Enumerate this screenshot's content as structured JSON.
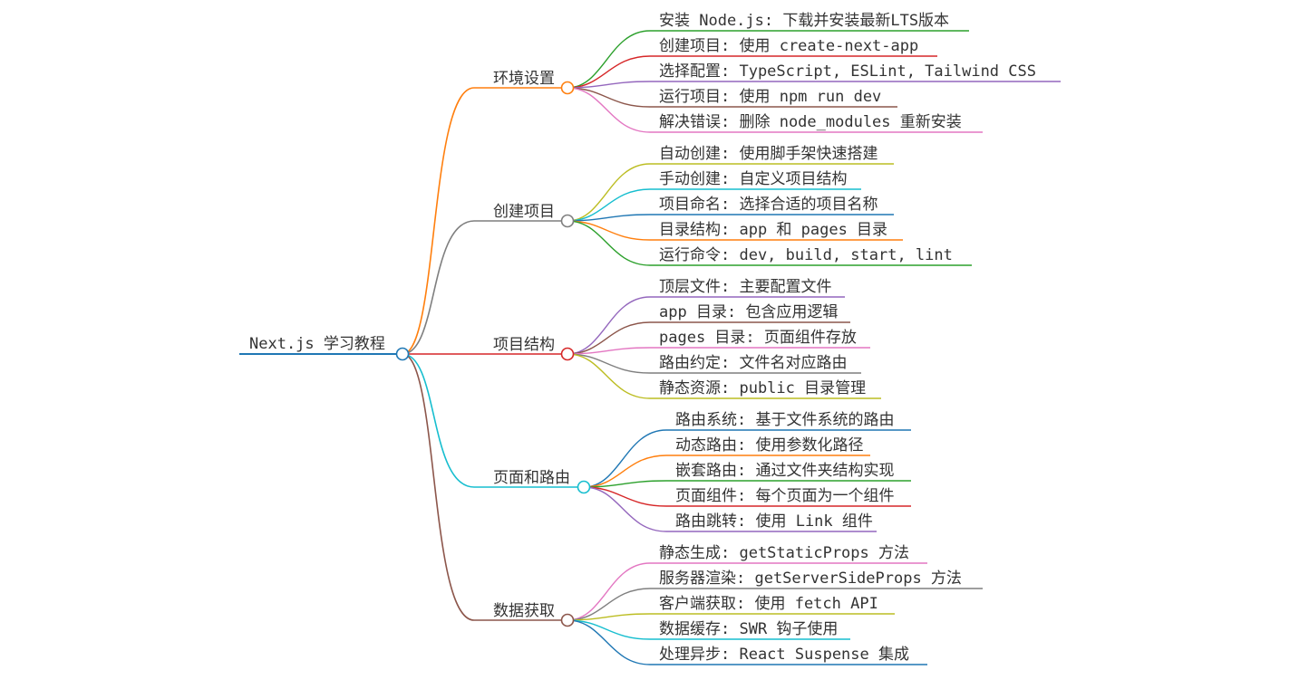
{
  "mindmap": {
    "root": {
      "label": "Next.js 学习教程",
      "color": "#1f77b4"
    },
    "branches": [
      {
        "label": "环境设置",
        "color": "#ff7f0e",
        "children": [
          {
            "label": "安装 Node.js: 下载并安装最新LTS版本",
            "color": "#2ca02c"
          },
          {
            "label": "创建项目: 使用 create-next-app",
            "color": "#d62728"
          },
          {
            "label": "选择配置: TypeScript, ESLint, Tailwind CSS",
            "color": "#9467bd"
          },
          {
            "label": "运行项目: 使用 npm run dev",
            "color": "#8c564b"
          },
          {
            "label": "解决错误: 删除 node_modules 重新安装",
            "color": "#e377c2"
          }
        ]
      },
      {
        "label": "创建项目",
        "color": "#7f7f7f",
        "children": [
          {
            "label": "自动创建: 使用脚手架快速搭建",
            "color": "#bcbd22"
          },
          {
            "label": "手动创建: 自定义项目结构",
            "color": "#17becf"
          },
          {
            "label": "项目命名: 选择合适的项目名称",
            "color": "#1f77b4"
          },
          {
            "label": "目录结构: app 和 pages 目录",
            "color": "#ff7f0e"
          },
          {
            "label": "运行命令: dev, build, start, lint",
            "color": "#2ca02c"
          }
        ]
      },
      {
        "label": "项目结构",
        "color": "#d62728",
        "children": [
          {
            "label": "顶层文件: 主要配置文件",
            "color": "#9467bd"
          },
          {
            "label": "app 目录: 包含应用逻辑",
            "color": "#8c564b"
          },
          {
            "label": "pages 目录: 页面组件存放",
            "color": "#e377c2"
          },
          {
            "label": "路由约定: 文件名对应路由",
            "color": "#7f7f7f"
          },
          {
            "label": "静态资源: public 目录管理",
            "color": "#bcbd22"
          }
        ]
      },
      {
        "label": "页面和路由",
        "color": "#17becf",
        "children": [
          {
            "label": "路由系统: 基于文件系统的路由",
            "color": "#1f77b4"
          },
          {
            "label": "动态路由: 使用参数化路径",
            "color": "#ff7f0e"
          },
          {
            "label": "嵌套路由: 通过文件夹结构实现",
            "color": "#2ca02c"
          },
          {
            "label": "页面组件: 每个页面为一个组件",
            "color": "#d62728"
          },
          {
            "label": "路由跳转: 使用 Link 组件",
            "color": "#9467bd"
          }
        ]
      },
      {
        "label": "数据获取",
        "color": "#8c564b",
        "children": [
          {
            "label": "静态生成: getStaticProps 方法",
            "color": "#e377c2"
          },
          {
            "label": "服务器渲染: getServerSideProps 方法",
            "color": "#7f7f7f"
          },
          {
            "label": "客户端获取: 使用 fetch API",
            "color": "#bcbd22"
          },
          {
            "label": "数据缓存: SWR 钩子使用",
            "color": "#17becf"
          },
          {
            "label": "处理异步: React Suspense 集成",
            "color": "#1f77b4"
          }
        ]
      }
    ]
  }
}
